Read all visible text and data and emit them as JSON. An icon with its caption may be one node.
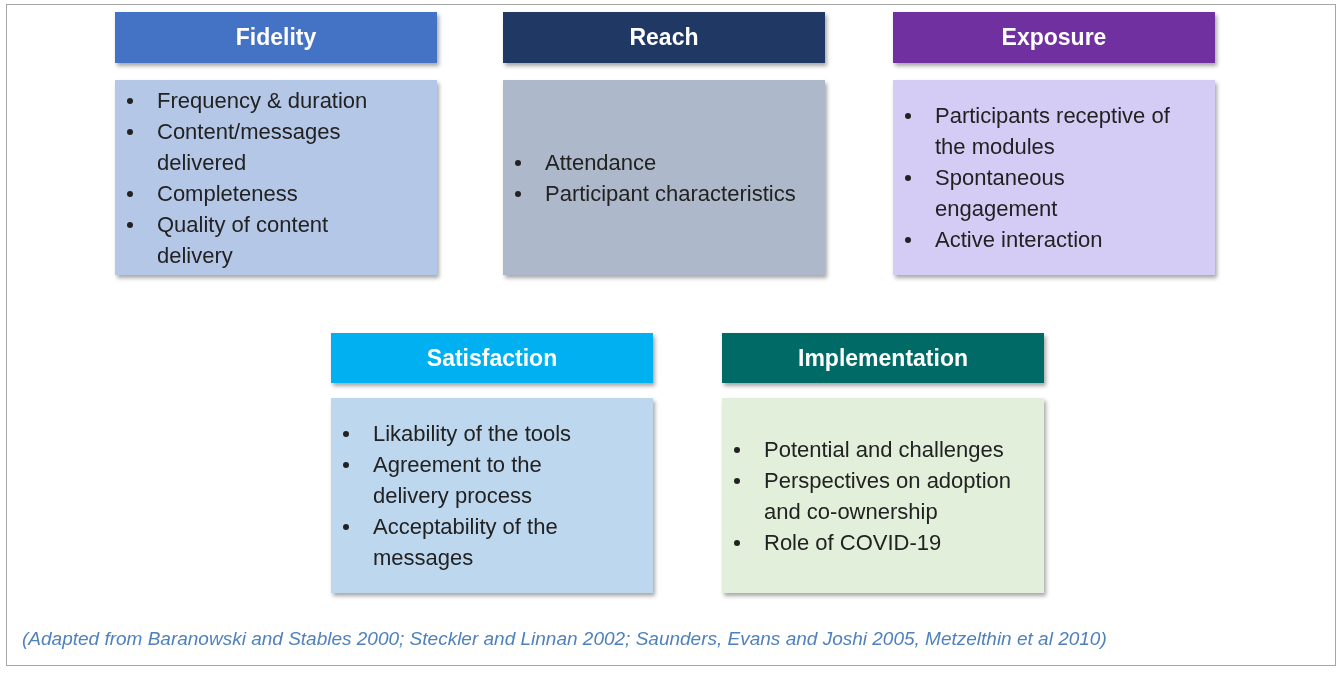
{
  "diagram": {
    "caption": "(Adapted from Baranowski and Stables 2000; Steckler and Linnan 2002; Saunders, Evans and Joshi 2005, Metzelthin et al 2010)",
    "nodes": [
      {
        "text": [
          "Fidelity"
        ]
      },
      {
        "text": [
          "Frequency & duration",
          "Content/messages delivered",
          "Completeness",
          "Quality of content delivery"
        ]
      },
      {
        "text": [
          "Reach"
        ]
      },
      {
        "text": [
          "Attendance",
          "Participant characteristics"
        ]
      },
      {
        "text": [
          "Exposure"
        ]
      },
      {
        "text": [
          "Participants receptive of the modules",
          "Spontaneous engagement",
          "Active interaction"
        ]
      },
      {
        "text": [
          "Satisfaction"
        ]
      },
      {
        "text": [
          "Likability of the tools",
          "Agreement to the delivery process",
          "Acceptability of the messages"
        ]
      },
      {
        "text": [
          "Implementation"
        ]
      },
      {
        "text": [
          "Potential and challenges",
          "Perspectives on adoption and co-ownership",
          "Role of COVID-19"
        ]
      }
    ]
  }
}
